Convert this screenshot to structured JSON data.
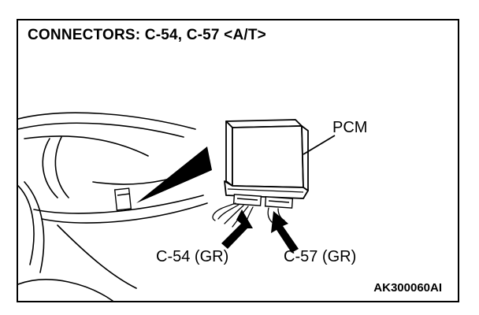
{
  "title": "CONNECTORS: C-54, C-57 <A/T>",
  "labels": {
    "pcm": "PCM",
    "c54": "C-54 (GR)",
    "c57": "C-57 (GR)"
  },
  "figure_code": "AK300060AI",
  "colors": {
    "ink": "#000000",
    "paper": "#ffffff"
  }
}
